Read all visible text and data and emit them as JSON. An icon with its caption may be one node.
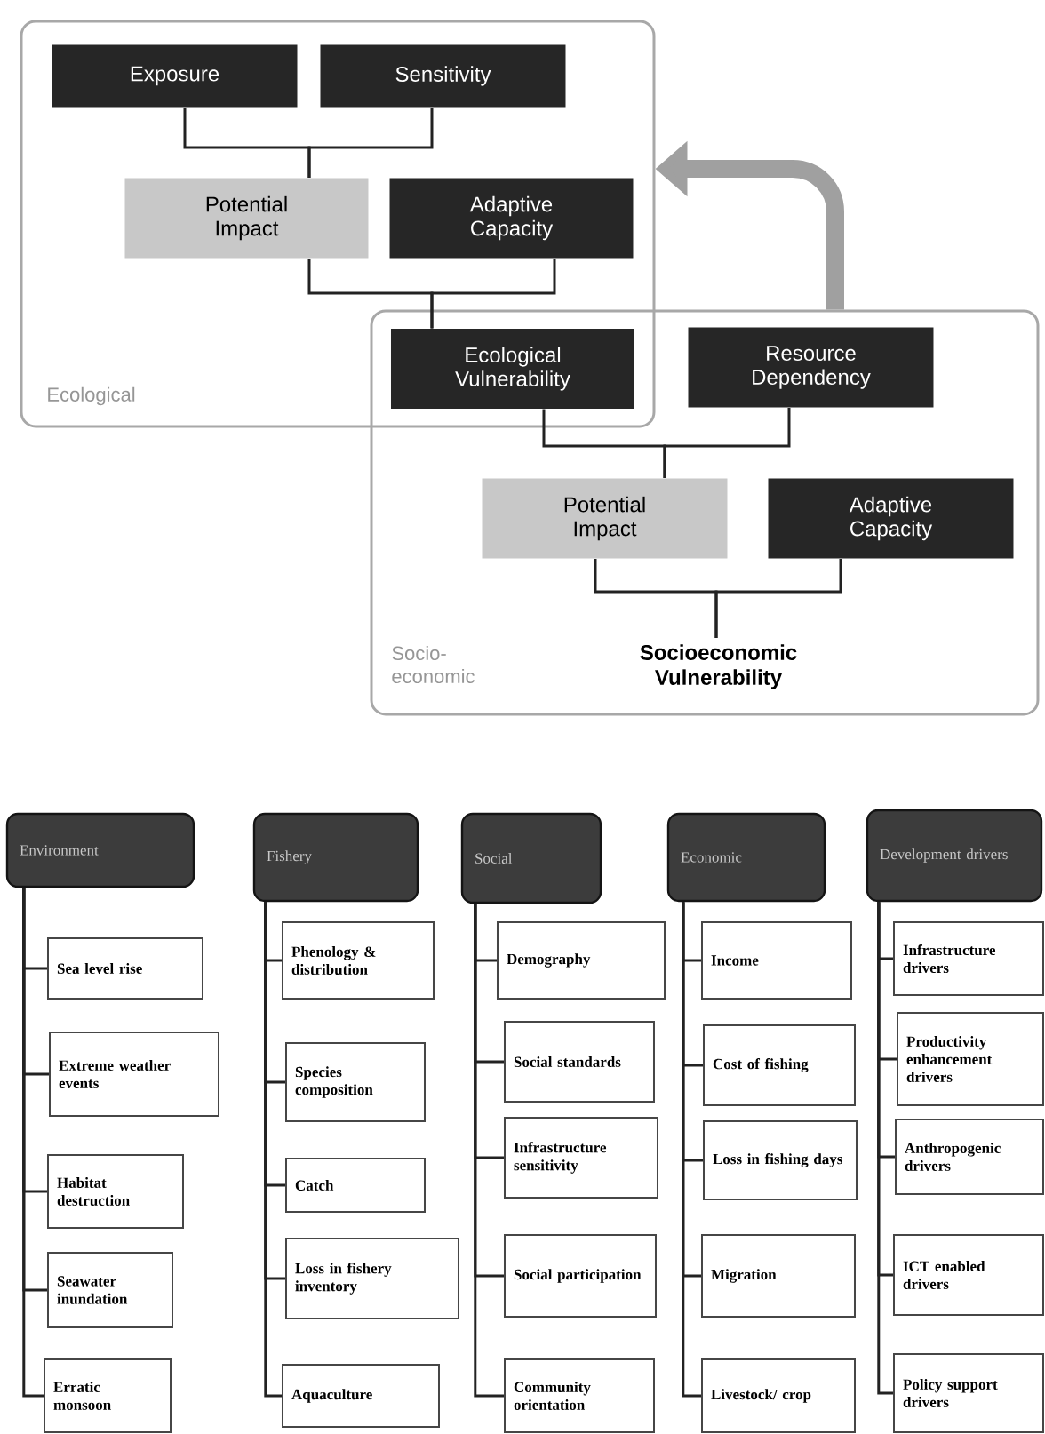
{
  "diagram": {
    "nodes": [
      {
        "text": [
          "Ecological"
        ]
      },
      {
        "text": [
          "Exposure"
        ],
        "in": 0
      },
      {
        "text": [
          "Sensitivity"
        ],
        "in": 0
      },
      {
        "text": [
          "Potential Impact"
        ],
        "in": 0
      },
      {
        "text": [
          "Adaptive Capacity"
        ],
        "in": 0
      },
      {
        "text": [
          "Socio- economic"
        ]
      },
      {
        "text": [
          "Ecological Vulnerability"
        ]
      },
      {
        "text": [
          "Resource Dependency"
        ],
        "in": 5
      },
      {
        "text": [
          "Potential Impact"
        ],
        "in": 5
      },
      {
        "text": [
          "Adaptive Capacity"
        ],
        "in": 5
      },
      {
        "text": [
          "Socioeconomic Vulnerability"
        ],
        "in": 5
      },
      {
        "text": [
          "Environment"
        ]
      },
      {
        "text": [
          "Sea level rise"
        ]
      },
      {
        "text": [
          "Extreme weather events"
        ]
      },
      {
        "text": [
          "Habitat destruction"
        ]
      },
      {
        "text": [
          "Seawater inundation"
        ]
      },
      {
        "text": [
          "Erratic monsoon"
        ]
      },
      {
        "text": [
          "Fishery"
        ]
      },
      {
        "text": [
          "Phenology & distribution"
        ]
      },
      {
        "text": [
          "Species composition"
        ]
      },
      {
        "text": [
          "Catch"
        ]
      },
      {
        "text": [
          "Loss in fishery inventory"
        ]
      },
      {
        "text": [
          "Aquaculture"
        ]
      },
      {
        "text": [
          "Social"
        ]
      },
      {
        "text": [
          "Demography"
        ]
      },
      {
        "text": [
          "Social standards"
        ]
      },
      {
        "text": [
          "Infrastructure sensitivity"
        ]
      },
      {
        "text": [
          "Social participation"
        ]
      },
      {
        "text": [
          "Community orientation"
        ]
      },
      {
        "text": [
          "Economic"
        ]
      },
      {
        "text": [
          "Income"
        ]
      },
      {
        "text": [
          "Cost of fishing"
        ]
      },
      {
        "text": [
          "Loss in fishing days"
        ]
      },
      {
        "text": [
          "Migration"
        ]
      },
      {
        "text": [
          "Livestock/ crop"
        ]
      },
      {
        "text": [
          "Development drivers"
        ]
      },
      {
        "text": [
          "Infrastructure drivers"
        ]
      },
      {
        "text": [
          "Productivity enhancement drivers"
        ]
      },
      {
        "text": [
          "Anthropogenic drivers"
        ]
      },
      {
        "text": [
          "ICT enabled drivers"
        ]
      },
      {
        "text": [
          "Policy support drivers"
        ]
      }
    ],
    "edges": [
      {
        "from": 1,
        "to": 3,
        "arrow": "none"
      },
      {
        "from": 2,
        "to": 3,
        "arrow": "none"
      },
      {
        "from": 3,
        "to": 6,
        "arrow": "none"
      },
      {
        "from": 4,
        "to": 6,
        "arrow": "none"
      },
      {
        "from": 6,
        "to": 8,
        "arrow": "none"
      },
      {
        "from": 7,
        "to": 8,
        "arrow": "none"
      },
      {
        "from": 8,
        "to": 10,
        "arrow": "none"
      },
      {
        "from": 9,
        "to": 10,
        "arrow": "none"
      },
      {
        "from": 5,
        "to": 0,
        "arrow": "to",
        "style": "thick",
        "color": "#a0a0a0"
      },
      {
        "from": 11,
        "to": 12,
        "arrow": "none"
      },
      {
        "from": 11,
        "to": 13,
        "arrow": "none"
      },
      {
        "from": 11,
        "to": 14,
        "arrow": "none"
      },
      {
        "from": 11,
        "to": 15,
        "arrow": "none"
      },
      {
        "from": 11,
        "to": 16,
        "arrow": "none"
      },
      {
        "from": 17,
        "to": 18,
        "arrow": "none"
      },
      {
        "from": 17,
        "to": 19,
        "arrow": "none"
      },
      {
        "from": 17,
        "to": 20,
        "arrow": "none"
      },
      {
        "from": 17,
        "to": 21,
        "arrow": "none"
      },
      {
        "from": 17,
        "to": 22,
        "arrow": "none"
      },
      {
        "from": 23,
        "to": 24,
        "arrow": "none"
      },
      {
        "from": 23,
        "to": 25,
        "arrow": "none"
      },
      {
        "from": 23,
        "to": 26,
        "arrow": "none"
      },
      {
        "from": 23,
        "to": 27,
        "arrow": "none"
      },
      {
        "from": 23,
        "to": 28,
        "arrow": "none"
      },
      {
        "from": 29,
        "to": 30,
        "arrow": "none"
      },
      {
        "from": 29,
        "to": 31,
        "arrow": "none"
      },
      {
        "from": 29,
        "to": 32,
        "arrow": "none"
      },
      {
        "from": 29,
        "to": 33,
        "arrow": "none"
      },
      {
        "from": 29,
        "to": 34,
        "arrow": "none"
      },
      {
        "from": 35,
        "to": 36,
        "arrow": "none"
      },
      {
        "from": 35,
        "to": 37,
        "arrow": "none"
      },
      {
        "from": 35,
        "to": 38,
        "arrow": "none"
      },
      {
        "from": 35,
        "to": 39,
        "arrow": "none"
      },
      {
        "from": 35,
        "to": 40,
        "arrow": "none"
      }
    ]
  }
}
